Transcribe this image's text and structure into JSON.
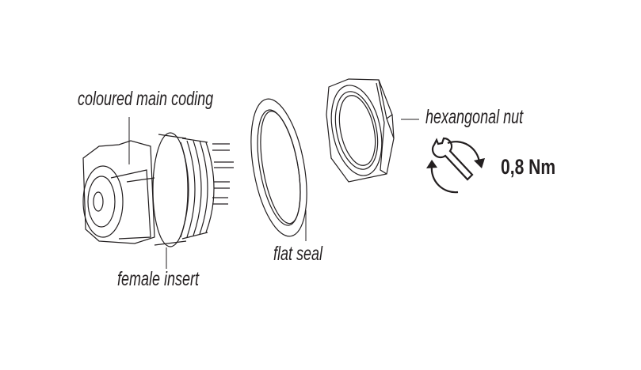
{
  "labels": {
    "coding": "coloured main coding",
    "nut": "hexangonal nut",
    "seal": "flat seal",
    "insert": "female insert"
  },
  "torque": {
    "value": "0,8 Nm",
    "icon": "wrench-rotate-icon"
  },
  "colors": {
    "line": "#231f20",
    "background": "#ffffff"
  }
}
